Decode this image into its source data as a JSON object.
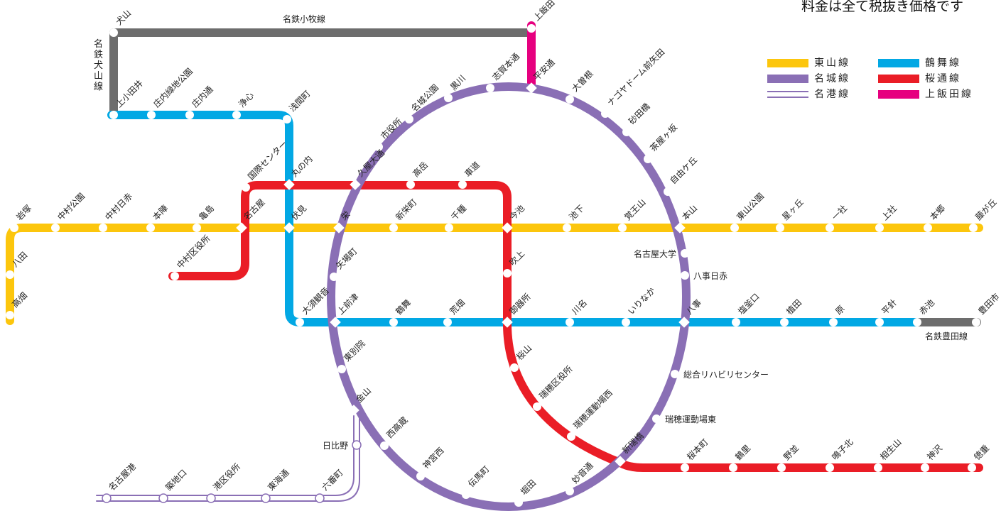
{
  "notice": "料金は全て税抜き価格です",
  "colors": {
    "higashiyama": "#fcc60d",
    "meijo": "#8a6fb5",
    "meiko": "#8a6fb5",
    "tsurumai": "#02a8e4",
    "sakuradori": "#ea1d26",
    "kamiiida": "#e6007f",
    "meitetsu": "#6d6d6d"
  },
  "legend": [
    {
      "label": "東山線",
      "color": "#fcc60d",
      "style": "solid"
    },
    {
      "label": "名城線",
      "color": "#8a6fb5",
      "style": "solid"
    },
    {
      "label": "名港線",
      "color": "#8a6fb5",
      "style": "double"
    },
    {
      "label": "鶴舞線",
      "color": "#02a8e4",
      "style": "solid"
    },
    {
      "label": "桜通線",
      "color": "#ea1d26",
      "style": "solid"
    },
    {
      "label": "上飯田線",
      "color": "#e6007f",
      "style": "solid"
    }
  ],
  "line_labels": {
    "komaki": "名鉄小牧線",
    "inuyama": "名鉄犬山線",
    "toyota": "名鉄豊田線"
  },
  "stations": {
    "higashiyama": [
      "岩塚",
      "中村公園",
      "中村日赤",
      "本陣",
      "亀島",
      "名古屋",
      "伏見",
      "栄",
      "新栄町",
      "千種",
      "今池",
      "池下",
      "覚王山",
      "本山",
      "東山公園",
      "星ヶ丘",
      "一社",
      "上社",
      "本郷",
      "藤が丘",
      "八田",
      "高畑"
    ],
    "tsurumai": [
      "上小田井",
      "庄内緑地公園",
      "庄内通",
      "浄心",
      "浅間町",
      "丸の内",
      "伏見",
      "大須観音",
      "上前津",
      "鶴舞",
      "荒畑",
      "御器所",
      "川名",
      "いりなか",
      "八事",
      "塩釜口",
      "植田",
      "原",
      "平針",
      "赤池",
      "豊田市"
    ],
    "sakuradori": [
      "中村区役所",
      "名古屋",
      "国際センター",
      "丸の内",
      "久屋大通",
      "高岳",
      "車道",
      "今池",
      "吹上",
      "御器所",
      "桜山",
      "瑞穂区役所",
      "瑞穂運動場西",
      "新瑞橋",
      "桜本町",
      "鶴里",
      "野並",
      "鳴子北",
      "相生山",
      "神沢",
      "徳重"
    ],
    "meijo": [
      "大曽根",
      "平安通",
      "志賀本通",
      "黒川",
      "名城公園",
      "市役所",
      "久屋大通",
      "栄",
      "矢場町",
      "上前津",
      "東別院",
      "金山",
      "西高蔵",
      "神宮西",
      "伝馬町",
      "堀田",
      "妙音通",
      "新瑞橋",
      "瑞穂運動場東",
      "総合リハビリセンター",
      "八事",
      "八事日赤",
      "名古屋大学",
      "本山",
      "自由ケ丘",
      "茶屋ヶ坂",
      "砂田橋",
      "ナゴヤドーム前矢田"
    ],
    "meiko": [
      "金山",
      "日比野",
      "六番町",
      "東海通",
      "港区役所",
      "築地口",
      "名古屋港"
    ],
    "kamiiida": [
      "上飯田",
      "平安通"
    ],
    "meitetsu": [
      "犬山",
      "上小田井",
      "豊田市"
    ]
  }
}
